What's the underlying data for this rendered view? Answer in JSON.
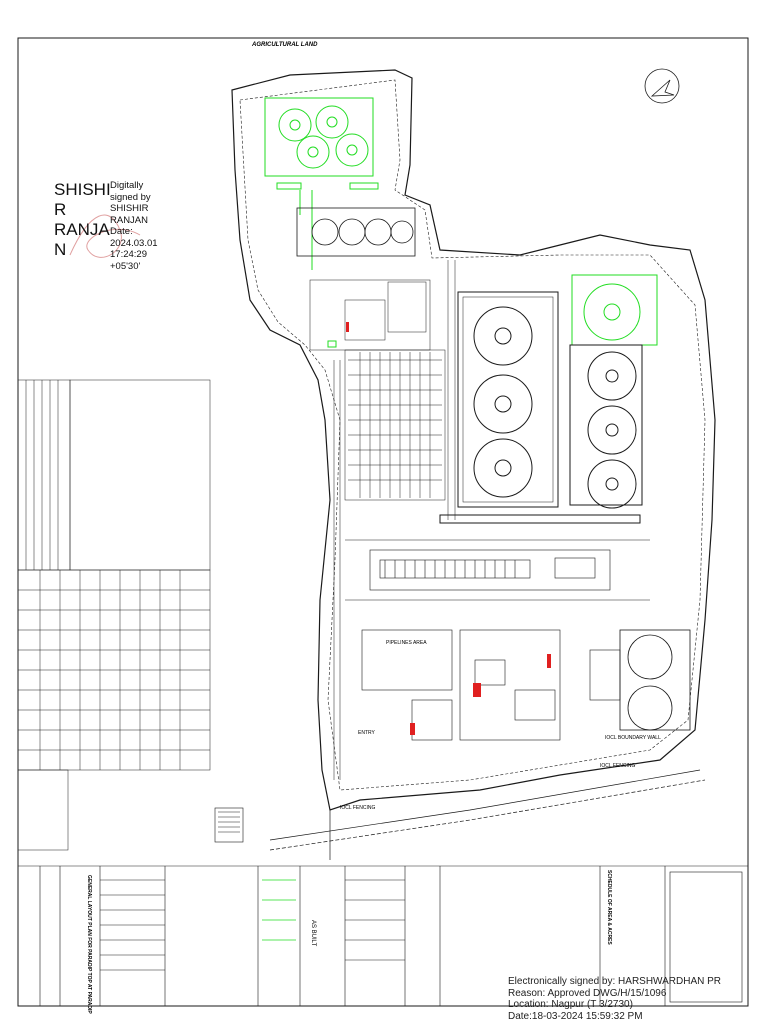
{
  "drawing": {
    "top_label": "AGRICULTURAL LAND",
    "area_labels": {
      "pipeline_area": "PIPELINES AREA",
      "fencing_1": "IOCL FENCING",
      "fencing_2": "IOCL FENCING",
      "boundary_wall": "IOCL BOUNDARY WALL",
      "entry": "ENTRY"
    },
    "title_block": {
      "title": "GENERAL LAYOUT PLAN FOR PARADIP TOP AT PARADIP",
      "schedule": "SCHEDULE OF AREA & ACRES",
      "as_built": "AS BUILT"
    }
  },
  "signature": {
    "name_lines": [
      "SHISHI",
      "R",
      "RANJA",
      "N"
    ],
    "meta_lines": [
      "Digitally",
      "signed by",
      "SHISHIR",
      "RANJAN",
      "Date:",
      "2024.03.01",
      "17:24:29",
      "+05'30'"
    ]
  },
  "stamp": {
    "lines": [
      "Electronically signed by: HARSHWARDHAN PR",
      "Reason: Approved DWG/H/15/1096",
      "Location: Nagpur (T 3/2730)",
      "Date:18-03-2024 15:59:32 PM"
    ]
  },
  "colors": {
    "line": "#1a1a1a",
    "green": "#22dd22",
    "red": "#e02020",
    "hatch": "#555555"
  }
}
